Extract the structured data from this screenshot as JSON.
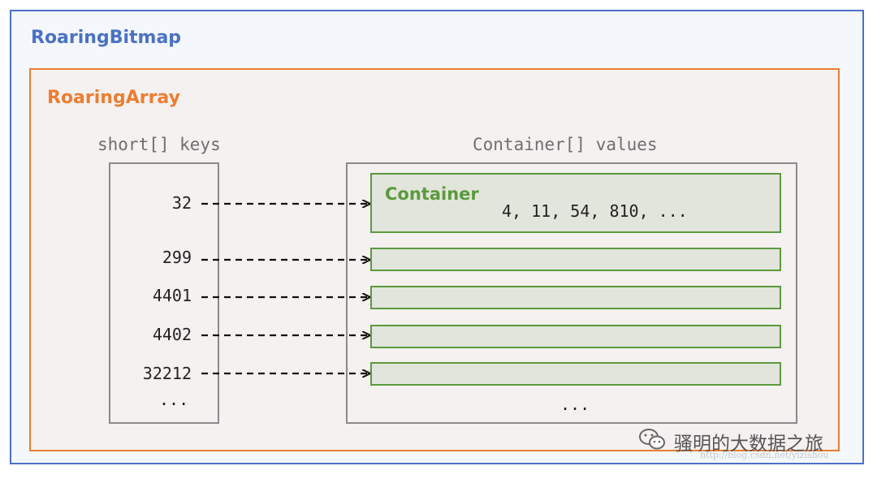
{
  "outer": {
    "title": "RoaringBitmap",
    "color": "#4a72c4"
  },
  "inner": {
    "title": "RoaringArray",
    "color": "#ed7d31"
  },
  "keys": {
    "label": "short[] keys",
    "items": [
      "32",
      "299",
      "4401",
      "4402",
      "32212"
    ],
    "more": "..."
  },
  "values": {
    "label": "Container[] values",
    "container_title": "Container",
    "container_values": "4, 11, 54, 810, ...",
    "more": "...",
    "color": "#5b9a3c"
  },
  "watermark": {
    "text": "骚明的大数据之旅",
    "url": "http://blog.csdn.net/yizishou",
    "icon": "wechat-icon"
  }
}
